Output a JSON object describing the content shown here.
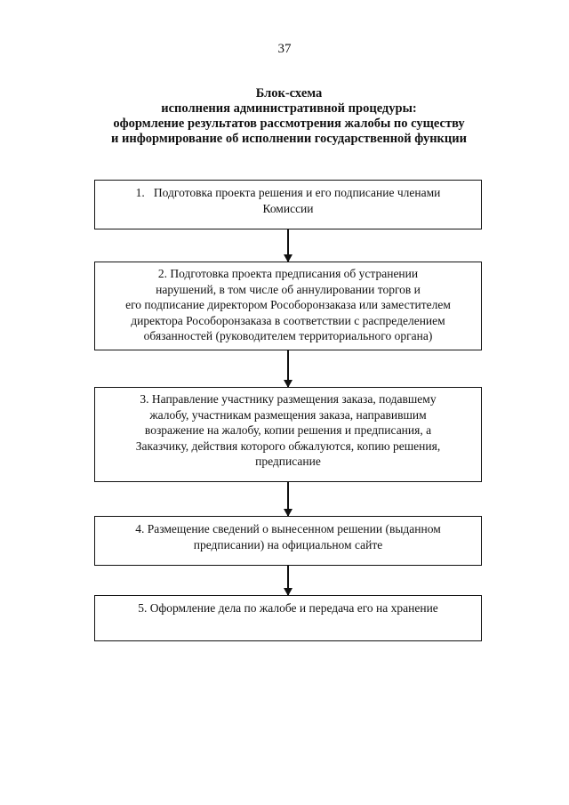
{
  "page_number": "37",
  "title": {
    "lines": [
      "Блок-схема",
      "исполнения административной процедуры:",
      "оформление результатов рассмотрения жалобы по существу",
      "и информирование об исполнении государственной функции"
    ]
  },
  "flowchart": {
    "steps": [
      {
        "lines": [
          "1.   Подготовка проекта решения и его подписание членами",
          "Комиссии"
        ]
      },
      {
        "lines": [
          "2. Подготовка проекта предписания об устранении",
          "нарушений, в том числе об аннулировании торгов и",
          "его подписание директором Рособоронзаказа или заместителем",
          "директора Рособоронзаказа в соответствии с распределением",
          "обязанностей (руководителем территориального органа)"
        ]
      },
      {
        "lines": [
          "3. Направление участнику размещения заказа, подавшему",
          "жалобу, участникам размещения заказа, направившим",
          "возражение на жалобу, копии решения и предписания, а",
          "Заказчику, действия которого обжалуются, копию решения,",
          "предписание"
        ]
      },
      {
        "lines": [
          "4. Размещение сведений о вынесенном решении (выданном",
          "предписании) на официальном сайте"
        ]
      },
      {
        "lines": [
          "5. Оформление дела по жалобе и передача его на хранение"
        ]
      }
    ]
  }
}
